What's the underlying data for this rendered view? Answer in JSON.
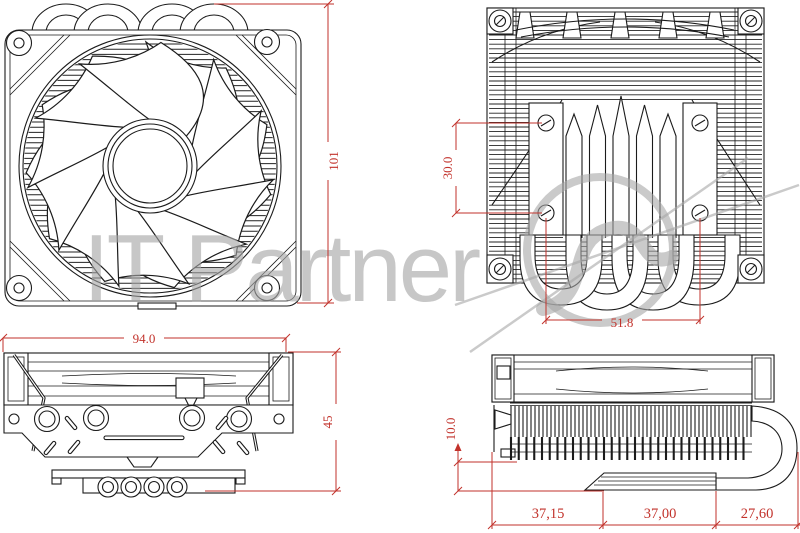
{
  "watermark": {
    "text": "IT Partner"
  },
  "colors": {
    "dimension": "#c2322b",
    "line": "#1b1b1b",
    "watermark": "#a6a6a6"
  },
  "dimensions": {
    "fan_overall_height": "101",
    "rear_screw_vertical_spacing": "30.0",
    "rear_screw_horizontal_spacing": "51.8",
    "front_width": "94.0",
    "front_height": "45",
    "base_clearance": "10.0",
    "base_segment_left": "37,15",
    "base_segment_center": "37,00",
    "base_segment_right": "27,60"
  }
}
